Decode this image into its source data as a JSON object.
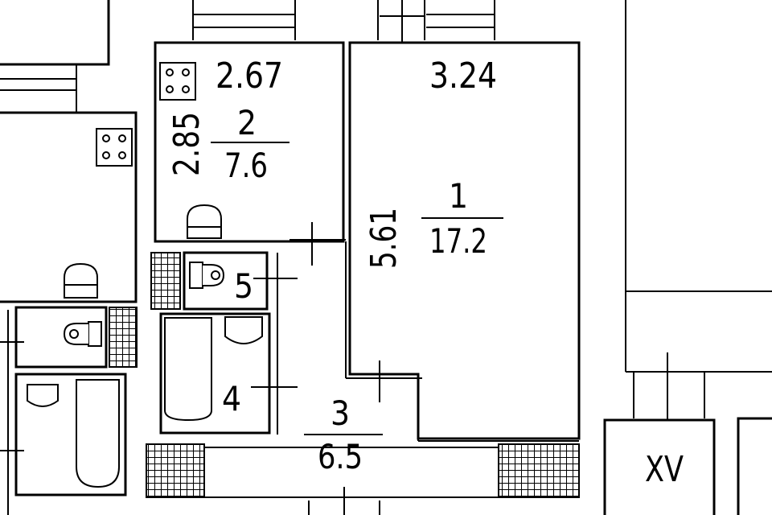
{
  "plan": {
    "rooms": [
      {
        "id": "room-1",
        "number": "1",
        "area": "17.2"
      },
      {
        "id": "room-2",
        "number": "2",
        "area": "7.6"
      },
      {
        "id": "room-3",
        "number": "3",
        "area": "6.5"
      },
      {
        "id": "room-4",
        "number": "4"
      },
      {
        "id": "room-5",
        "number": "5"
      }
    ],
    "dimensions": {
      "room1_width": "3.24",
      "room1_length": "5.61",
      "room2_width": "2.67",
      "room2_length": "2.85"
    },
    "section_label": "XV"
  }
}
